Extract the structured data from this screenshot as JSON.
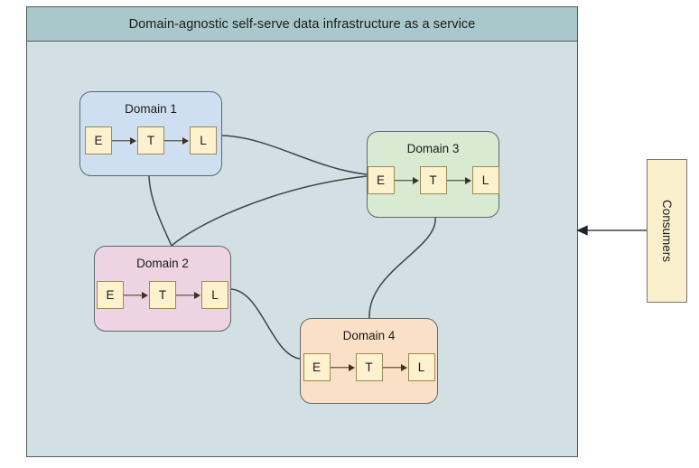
{
  "diagram": {
    "type": "data-mesh-architecture",
    "platform": {
      "header_title": "Domain-agnostic self-serve data infrastructure as a service",
      "header_color": "#a9c8cb",
      "body_color": "#d2e0e3",
      "border_color": "#4e5c61"
    },
    "domains": [
      {
        "id": "domain-1",
        "title": "Domain 1",
        "color": "#cfdff2",
        "stages": [
          "E",
          "T",
          "L"
        ]
      },
      {
        "id": "domain-2",
        "title": "Domain 2",
        "color": "#eed3e2",
        "stages": [
          "E",
          "T",
          "L"
        ]
      },
      {
        "id": "domain-3",
        "title": "Domain 3",
        "color": "#d8ead1",
        "stages": [
          "E",
          "T",
          "L"
        ]
      },
      {
        "id": "domain-4",
        "title": "Domain 4",
        "color": "#fbe0c8",
        "stages": [
          "E",
          "T",
          "L"
        ]
      }
    ],
    "consumers": {
      "label": "Consumers",
      "color": "#fbf0cd",
      "orientation": "vertical"
    },
    "connections": [
      {
        "from": "Domain 1",
        "to": "Domain 3",
        "style": "curve"
      },
      {
        "from": "Domain 1",
        "to": "Domain 2",
        "style": "curve"
      },
      {
        "from": "Domain 3",
        "to": "Domain 2",
        "style": "curve"
      },
      {
        "from": "Domain 3",
        "to": "Domain 4",
        "style": "curve"
      },
      {
        "from": "Domain 2",
        "to": "Domain 4",
        "style": "curve"
      },
      {
        "from": "Consumers",
        "to": "Platform",
        "style": "arrow-left"
      }
    ]
  }
}
